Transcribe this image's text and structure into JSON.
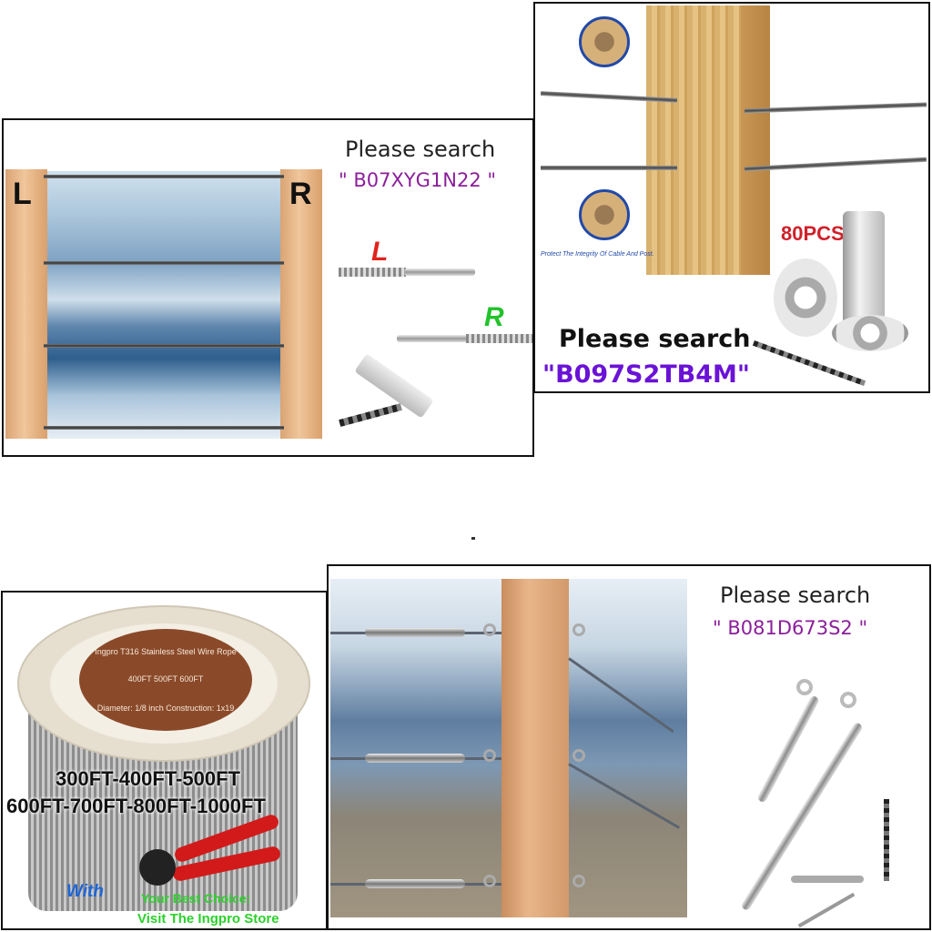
{
  "panel1": {
    "left_label": "L",
    "right_label": "R",
    "search_text": "Please search",
    "product_code": "\" B07XYG1N22 \"",
    "red_label": "L",
    "green_label": "R"
  },
  "panel2": {
    "protect_text": "Protect The Integrity Of Cable And Post.",
    "quantity_label": "80PCS",
    "search_text": "Please search",
    "product_code": "\"B097S2TB4M\""
  },
  "panel3": {
    "spool_lines": [
      "Ingpro T316 Stainless Steel Wire Rope",
      "400FT  500FT  600FT",
      "Diameter: 1/8 inch  Construction: 1x19"
    ],
    "lengths_line1": "300FT-400FT-500FT",
    "lengths_line2": "600FT-700FT-800FT-1000FT",
    "with_text": "With",
    "best_choice": "Your Best Choice:",
    "visit_store": "Visit The Ingpro Store"
  },
  "panel4": {
    "search_text": "Please search",
    "product_code": "\" B081D673S2 \""
  },
  "colors": {
    "code_purple": "#8b1f9a",
    "code_violet": "#6a12d6",
    "red": "#e0231b",
    "green": "#22c22a",
    "blue": "#1e66d8"
  }
}
